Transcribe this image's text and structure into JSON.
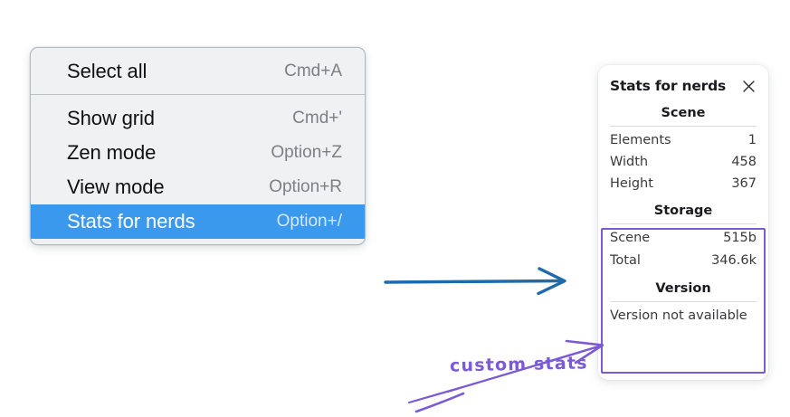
{
  "context_menu": {
    "groups": [
      {
        "items": [
          {
            "label": "Select all",
            "shortcut": "Cmd+A",
            "selected": false
          }
        ]
      },
      {
        "items": [
          {
            "label": "Show grid",
            "shortcut": "Cmd+'",
            "selected": false
          },
          {
            "label": "Zen mode",
            "shortcut": "Option+Z",
            "selected": false
          },
          {
            "label": "View mode",
            "shortcut": "Option+R",
            "selected": false
          },
          {
            "label": "Stats for nerds",
            "shortcut": "Option+/",
            "selected": true
          }
        ]
      }
    ]
  },
  "stats_panel": {
    "title": "Stats for nerds",
    "close_icon": "close-icon",
    "sections": [
      {
        "heading": "Scene",
        "rows": [
          {
            "key": "Elements",
            "value": "1"
          },
          {
            "key": "Width",
            "value": "458"
          },
          {
            "key": "Height",
            "value": "367"
          }
        ]
      },
      {
        "heading": "Storage",
        "rows": [
          {
            "key": "Scene",
            "value": "515b"
          },
          {
            "key": "Total",
            "value": "346.6k"
          }
        ]
      },
      {
        "heading": "Version",
        "plain_row": "Version not available"
      }
    ]
  },
  "annotations": {
    "custom_stats_label": "custom stats",
    "flow_arrow_name": "flow-arrow",
    "highlight_color": "#7b5ad6",
    "flow_arrow_color": "#1f6aa8",
    "menu_selected_color": "#3b99ed"
  }
}
